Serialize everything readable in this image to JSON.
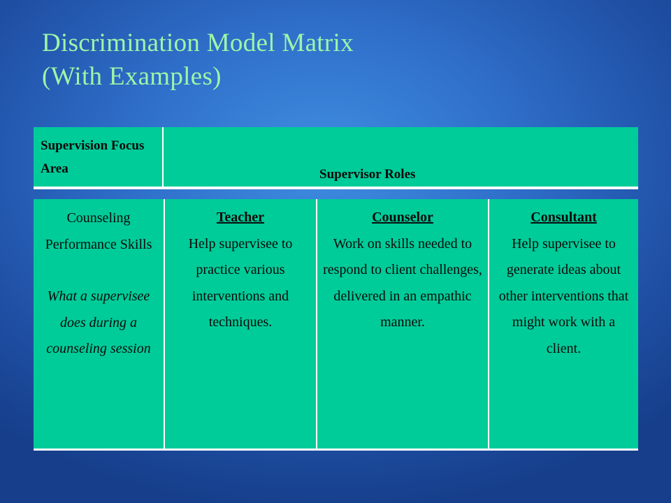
{
  "title": {
    "line1": "Discrimination Model Matrix",
    "line2": "(With Examples)"
  },
  "header": {
    "focus_area": "Supervision Focus Area",
    "roles": "Supervisor Roles"
  },
  "row": {
    "focus": {
      "name": "Counseling Performance Skills",
      "description": "What a supervisee does during a counseling session"
    },
    "roles": [
      {
        "name": "Teacher",
        "description": "Help supervisee to practice various interventions and techniques."
      },
      {
        "name": "Counselor",
        "description": "Work on skills needed to respond to client challenges, delivered in an empathic manner."
      },
      {
        "name": "Consultant",
        "description": "Help supervisee to generate ideas about other interventions that might work with a client."
      }
    ]
  },
  "colors": {
    "title": "#9df5a8",
    "table_fill": "#00cc99",
    "background": "#2f6fca"
  }
}
